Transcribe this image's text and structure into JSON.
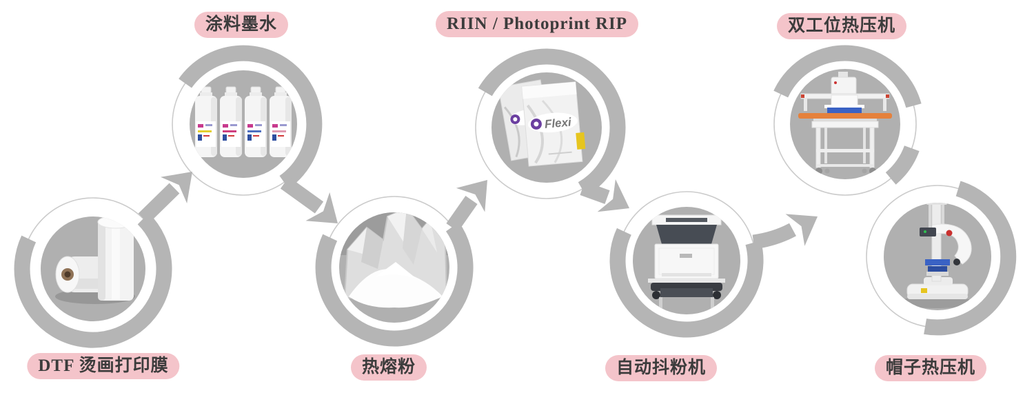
{
  "diagram": {
    "type": "process-flow",
    "nodes": [
      {
        "id": "dtf-film",
        "label": "DTF 烫画打印膜",
        "label_position": "bottom",
        "image": "film-rolls-photo"
      },
      {
        "id": "coating-ink",
        "label": "涂料墨水",
        "label_position": "top",
        "image": "ink-bottles-photo"
      },
      {
        "id": "hot-melt-powder",
        "label": "热熔粉",
        "label_position": "bottom",
        "image": "powder-bag-photo"
      },
      {
        "id": "rip-software",
        "label": "RIIN / Photoprint RIP",
        "label_position": "top",
        "image": "rip-software-boxes-photo",
        "box_text": "Flexi"
      },
      {
        "id": "powder-shaker",
        "label": "自动抖粉机",
        "label_position": "bottom",
        "image": "powder-shaker-machine-photo"
      },
      {
        "id": "dual-station-press",
        "label": "双工位热压机",
        "label_position": "top",
        "image": "dual-station-heat-press-photo"
      },
      {
        "id": "cap-press",
        "label": "帽子热压机",
        "label_position": "bottom",
        "image": "cap-heat-press-photo"
      }
    ],
    "flow": [
      {
        "from": "dtf-film",
        "to": "coating-ink"
      },
      {
        "from": "coating-ink",
        "to": "hot-melt-powder"
      },
      {
        "from": "hot-melt-powder",
        "to": "rip-software"
      },
      {
        "from": "rip-software",
        "to": "powder-shaker"
      },
      {
        "from": "powder-shaker",
        "to": "heat-presses"
      }
    ]
  },
  "colors": {
    "background": "#ffffff",
    "label_bg": "#f4c4ca",
    "label_text": "#3c3c3c",
    "arc_gray": "#b5b5b5",
    "outline_gray": "#cbcbcb",
    "photo_bg_gray": "#b0b0b0",
    "machine_white": "#f5f5f5",
    "machine_dark": "#474c54",
    "accent_orange": "#e5813c",
    "accent_blue": "#3a62c4",
    "accent_yellow": "#e6c51f",
    "accent_purple": "#6b3fa0",
    "accent_red": "#c9312f",
    "film_core_brown": "#8f7256"
  }
}
